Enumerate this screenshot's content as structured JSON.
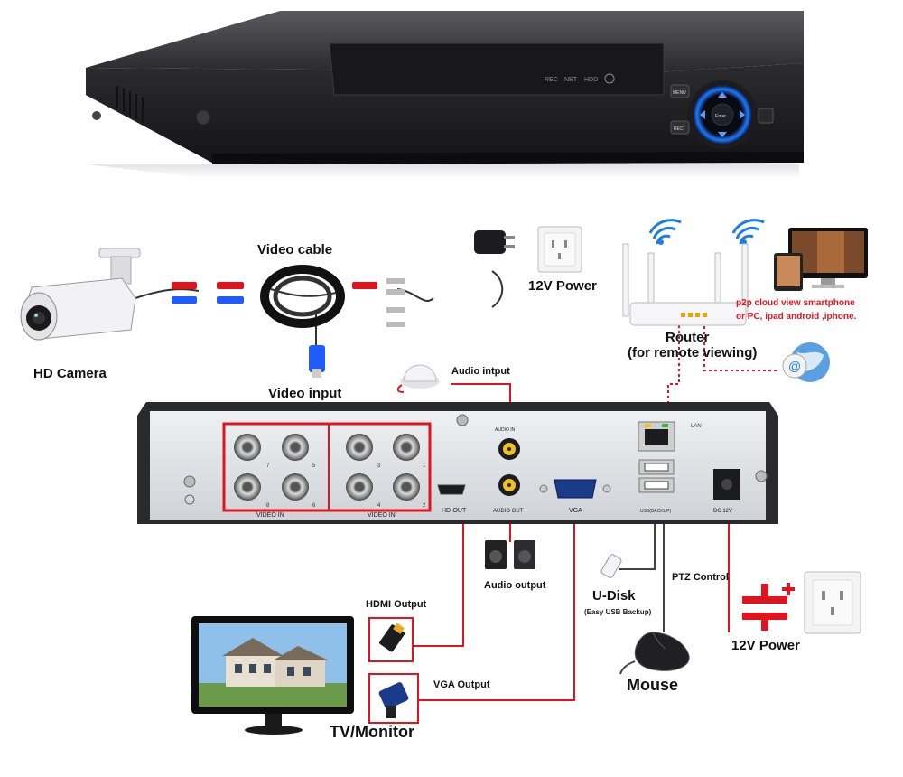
{
  "labels": {
    "hd_camera": "HD Camera",
    "video_cable": "Video cable",
    "video_input": "Video input",
    "power_top": "12V Power",
    "router": "Router",
    "router_sub": "(for remote viewing)",
    "p2p_line1": "p2p cloud  view smartphone",
    "p2p_line2": "or PC, ipad android ,iphone.",
    "audio_input": "Audio intput",
    "audio_output": "Audio output",
    "hdmi_output": "HDMI Output",
    "vga_output": "VGA Output",
    "tv_monitor": "TV/Monitor",
    "u_disk": "U-Disk",
    "u_disk_sub": "(Easy USB Backup)",
    "ptz_control": "PTZ Control",
    "mouse": "Mouse",
    "power_bottom": "12V Power"
  },
  "panel_labels": {
    "video_in_left": "VIDEO IN",
    "video_in_right": "VIDEO IN",
    "hd_out": "HD-OUT",
    "audio_out": "AUDIO OUT",
    "audio_in": "AUDIO IN",
    "vga": "VGA",
    "lan": "LAN",
    "usb": "USB(BACKUP)",
    "dc": "DC 12V",
    "ch7": "7",
    "ch5": "5",
    "ch8": "8",
    "ch6": "6",
    "ch3": "3",
    "ch1": "1",
    "ch4": "4",
    "ch2": "2"
  },
  "front_labels": {
    "rec": "REC",
    "net": "NET",
    "hdd": "HDD",
    "menu": "MENU",
    "rec_btn": "REC",
    "enter": "Enter"
  },
  "colors": {
    "wire": "#e0141e",
    "highlight_box": "#e0141e",
    "accent_blue": "#1e78ff",
    "wifi": "#1a7fe0"
  }
}
